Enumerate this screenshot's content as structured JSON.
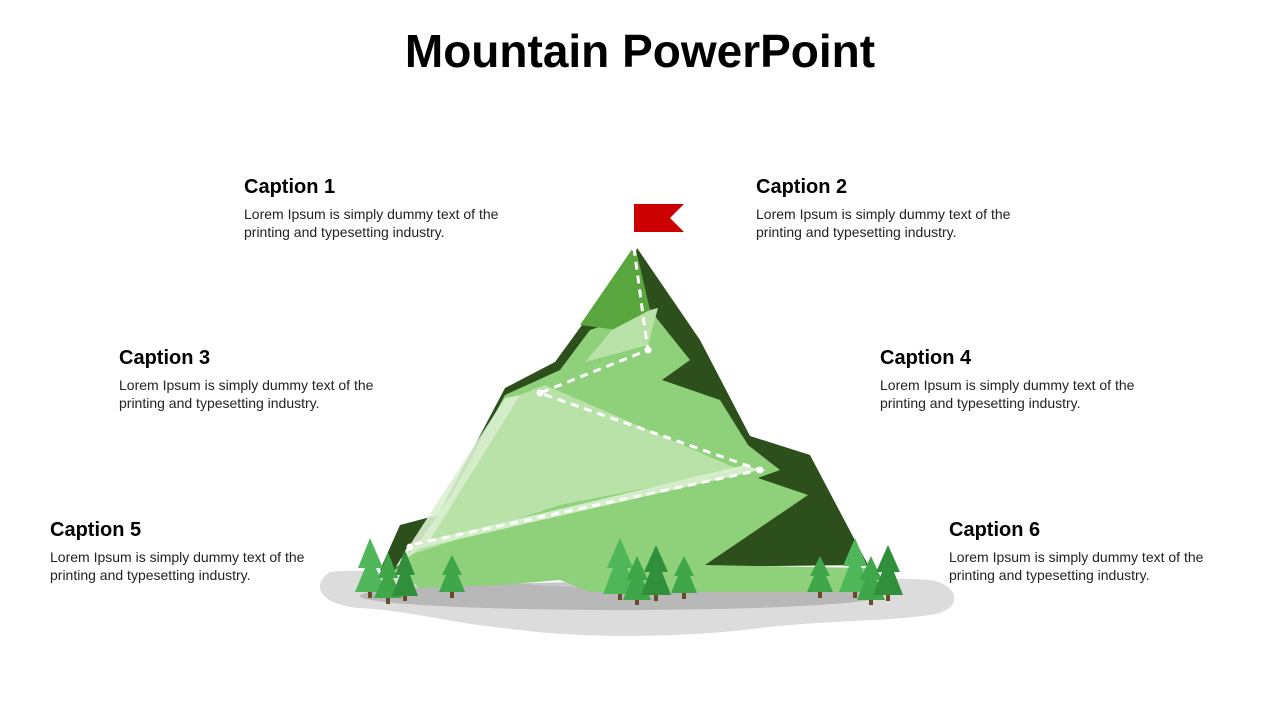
{
  "slide": {
    "title": "Mountain PowerPoint"
  },
  "captions": [
    {
      "title": "Caption 1",
      "text": "Lorem Ipsum is simply dummy text of the printing and typesetting industry."
    },
    {
      "title": "Caption 2",
      "text": "Lorem Ipsum is simply dummy text of the printing and typesetting industry."
    },
    {
      "title": "Caption 3",
      "text": "Lorem Ipsum is simply dummy text of the printing and typesetting industry."
    },
    {
      "title": "Caption 4",
      "text": "Lorem Ipsum is simply dummy text of the printing and typesetting industry."
    },
    {
      "title": "Caption 5",
      "text": "Lorem Ipsum is simply dummy text of the printing and typesetting industry."
    },
    {
      "title": "Caption 6",
      "text": "Lorem Ipsum is simply dummy text of the printing and typesetting industry."
    }
  ],
  "colors": {
    "mountain_dark": "#2d4f1c",
    "mountain_mid": "#5aa63e",
    "mountain_light": "#8fd07a",
    "mountain_pale": "#b9e2a8",
    "flag": "#cc0000",
    "ground": "#dcdcdc",
    "tree": "#3fa64a"
  }
}
